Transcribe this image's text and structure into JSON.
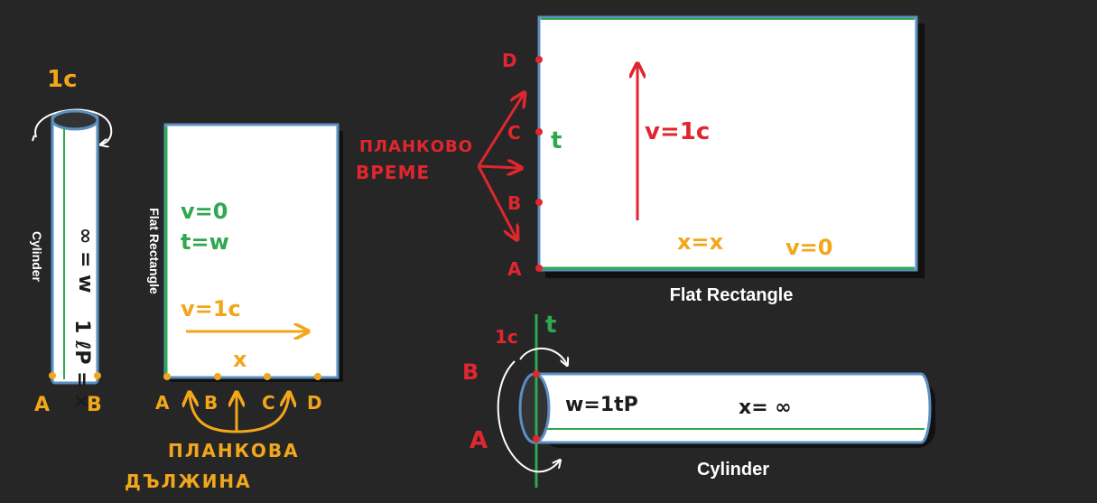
{
  "colors": {
    "background": "#262626",
    "red": "#e0262e",
    "green": "#2fa84f",
    "orange": "#f2a71b",
    "white": "#ffffff",
    "blue_outline": "#5a8fc0",
    "ink": "#1c1c1c"
  },
  "left_cylinder": {
    "caption": "Cylinder",
    "rotation": "1c",
    "w_label": "∞ = w",
    "x_label": "1 ℓP = x",
    "point_a": "A",
    "point_b": "B"
  },
  "left_rectangle": {
    "caption": "Flat Rectangle",
    "v_time": "v=0",
    "t_w": "t=w",
    "v_space": "v=1c",
    "x_label": "x",
    "points": [
      "A",
      "B",
      "C",
      "D"
    ],
    "planck_length_line1": "ПЛАНКОВА",
    "planck_length_line2": "ДЪЛЖИНА"
  },
  "right_rectangle": {
    "caption": "Flat Rectangle",
    "points": [
      "D",
      "C",
      "B",
      "A"
    ],
    "t_label": "t",
    "v_time": "v=1c",
    "x_label": "x=x",
    "v_space": "v=0",
    "planck_time_line1": "ПЛАНКОВО",
    "planck_time_line2": "ВРЕМЕ"
  },
  "right_cylinder": {
    "caption": "Cylinder",
    "rotation": "1c",
    "t_label": "t",
    "w_label": "w=1tP",
    "x_label": "x= ∞",
    "point_a": "A",
    "point_b": "B"
  }
}
